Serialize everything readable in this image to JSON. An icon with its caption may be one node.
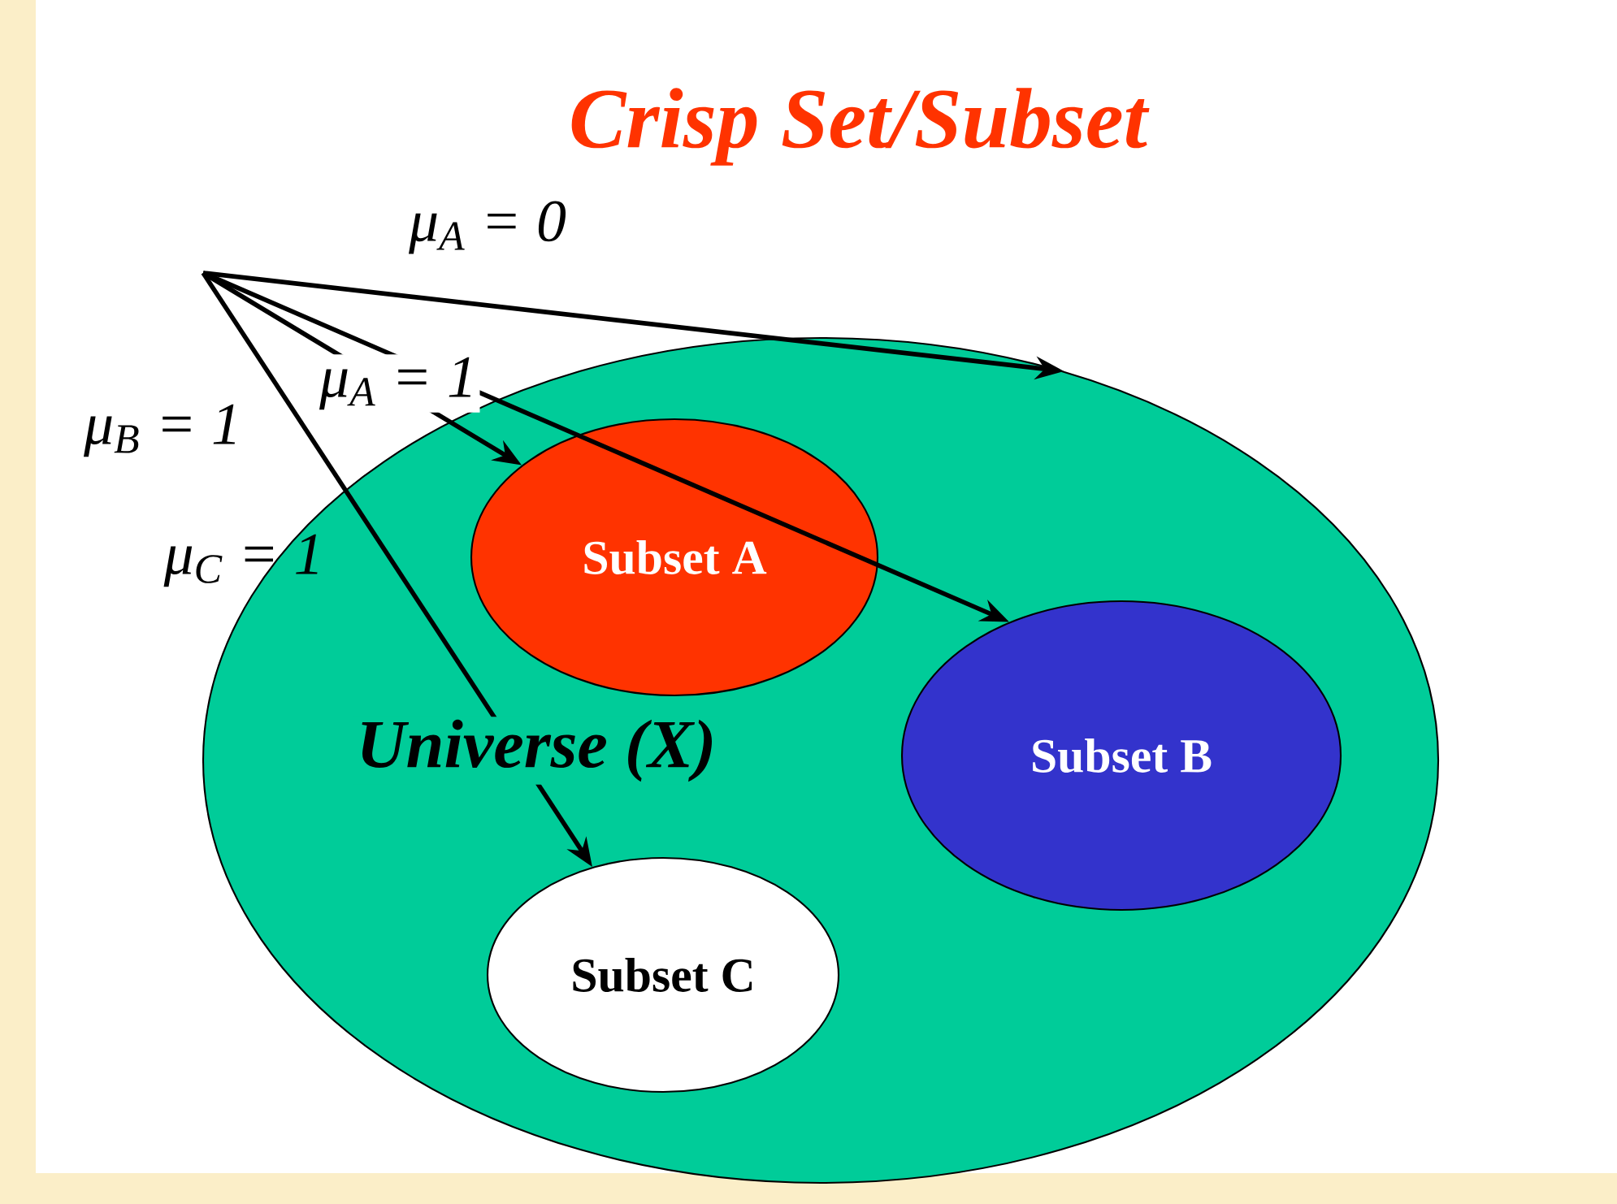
{
  "diagram": {
    "title": "Crisp Set/Subset",
    "nodes": [
      {
        "text": [
          "Universe (X)"
        ]
      },
      {
        "text": [
          "Subset A"
        ],
        "in": 0
      },
      {
        "text": [
          "Subset B"
        ],
        "in": 0
      },
      {
        "text": [
          "Subset C"
        ],
        "in": 0
      }
    ],
    "edges": [
      {
        "from": null,
        "to": 0,
        "arrow": "to",
        "label": "μ$_{A}$ = 0"
      },
      {
        "from": null,
        "to": 1,
        "arrow": "to",
        "label": "μ$_{A}$ = 1"
      },
      {
        "from": null,
        "to": 2,
        "arrow": "to",
        "label": "μ$_{B}$ = 1"
      },
      {
        "from": null,
        "to": 3,
        "arrow": "to",
        "label": "μ$_{C}$ = 1"
      }
    ]
  }
}
